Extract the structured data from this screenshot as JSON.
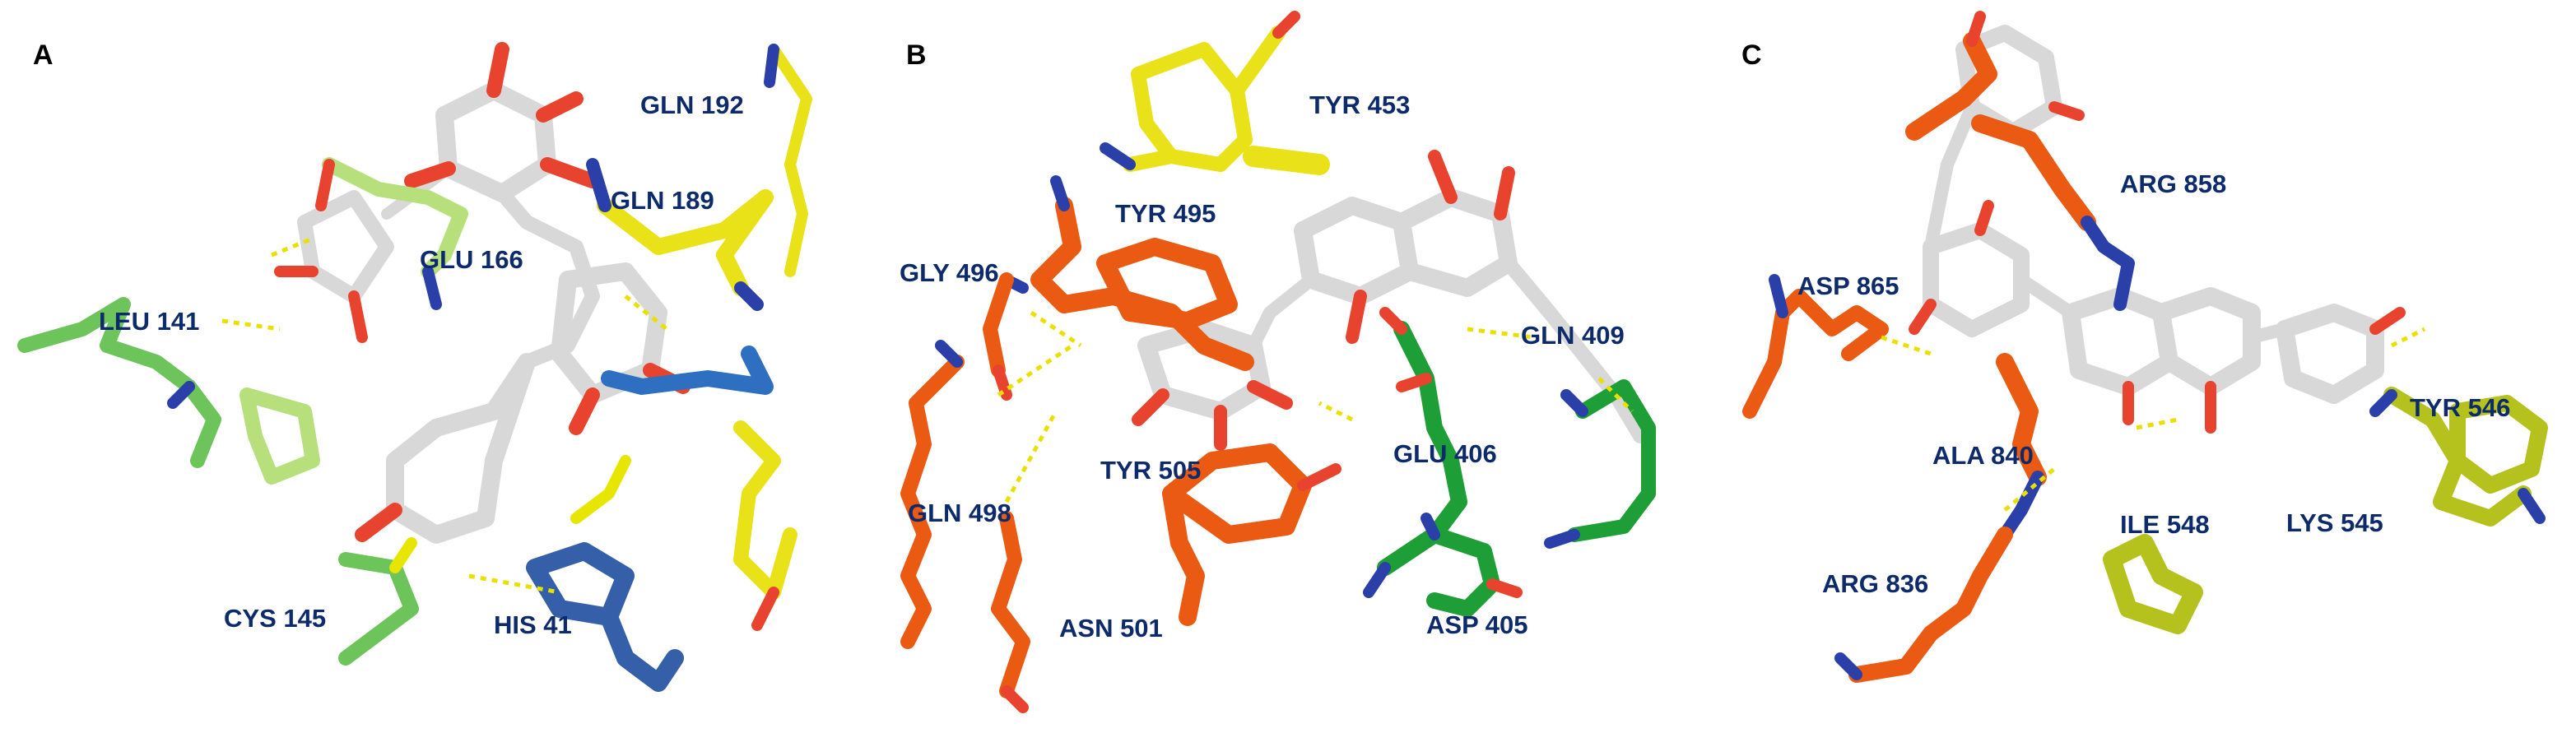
{
  "figure": {
    "panels": [
      {
        "letter": "A",
        "residues": [
          "GLN 192",
          "GLN 189",
          "GLU 166",
          "LEU 141",
          "CYS 145",
          "HIS 41"
        ]
      },
      {
        "letter": "B",
        "residues": [
          "TYR 453",
          "TYR 495",
          "GLY 496",
          "GLN 409",
          "TYR 505",
          "GLU 406",
          "GLN 498",
          "ASN 501",
          "ASP 405"
        ]
      },
      {
        "letter": "C",
        "residues": [
          "ARG 858",
          "ASP 865",
          "TYR 546",
          "ALA 840",
          "ILE 548",
          "LYS 545",
          "ARG 836"
        ]
      }
    ]
  },
  "colors": {
    "ligand": "#d8d8d8",
    "oxygen": "#e8432e",
    "nitrogen": "#2a3fa8",
    "sulfur": "#e6e600",
    "hbond": "#e8e100",
    "label": "#0d2a6b",
    "residue_yellow": "#e9e219",
    "residue_green": "#6cc45a",
    "residue_lime": "#b7e07d",
    "residue_blue": "#2f6fc2",
    "residue_navy": "#355fa8",
    "residue_orange": "#ea5a12",
    "residue_darkgreen": "#1e9e36",
    "residue_olive": "#b5c21e"
  }
}
